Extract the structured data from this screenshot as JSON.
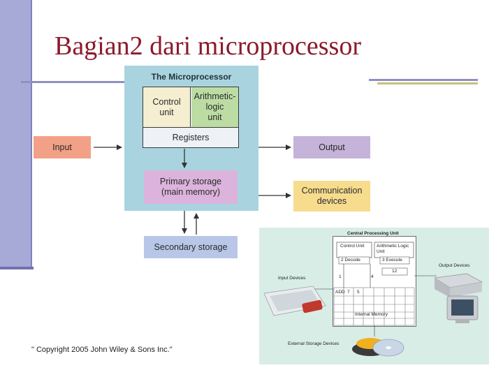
{
  "slide": {
    "title": "Bagian2 dari microprocessor",
    "copyright": "\" Copyright 2005 John Wiley & Sons Inc.\""
  },
  "diagram": {
    "microprocessor_title": "The Microprocessor",
    "control_unit": [
      "Control",
      "unit"
    ],
    "alu": [
      "Arithmetic-",
      "logic",
      "unit"
    ],
    "registers": "Registers",
    "primary_storage": [
      "Primary storage",
      "(main memory)"
    ],
    "secondary_storage": "Secondary storage",
    "input": "Input",
    "output": "Output",
    "communication": [
      "Communication",
      "devices"
    ]
  },
  "photo": {
    "cpu_title": "Central Processing Unit",
    "control_unit": "Control Unit",
    "alu": [
      "Arithmetic Logic",
      "Unit"
    ],
    "step_decode": "2  Decode",
    "step_execute": "3  Execute",
    "result": "12",
    "step_fetch": "1",
    "step_store": "4",
    "instruction": "ADD",
    "operand1": "7",
    "operand2": "5",
    "internal_memory": "Internal Memory",
    "input_devices": "Input Devices",
    "output_devices": "Output Devices",
    "external_storage": "External Storage Devices"
  },
  "colors": {
    "title": "#8b1a2b",
    "microprocessor_bg": "#a9d4df",
    "input": "#f2a186",
    "output": "#c5b3d9",
    "communication": "#f7dc8e",
    "primary_storage": "#dbb3dc",
    "secondary_storage": "#b8c7e8"
  }
}
